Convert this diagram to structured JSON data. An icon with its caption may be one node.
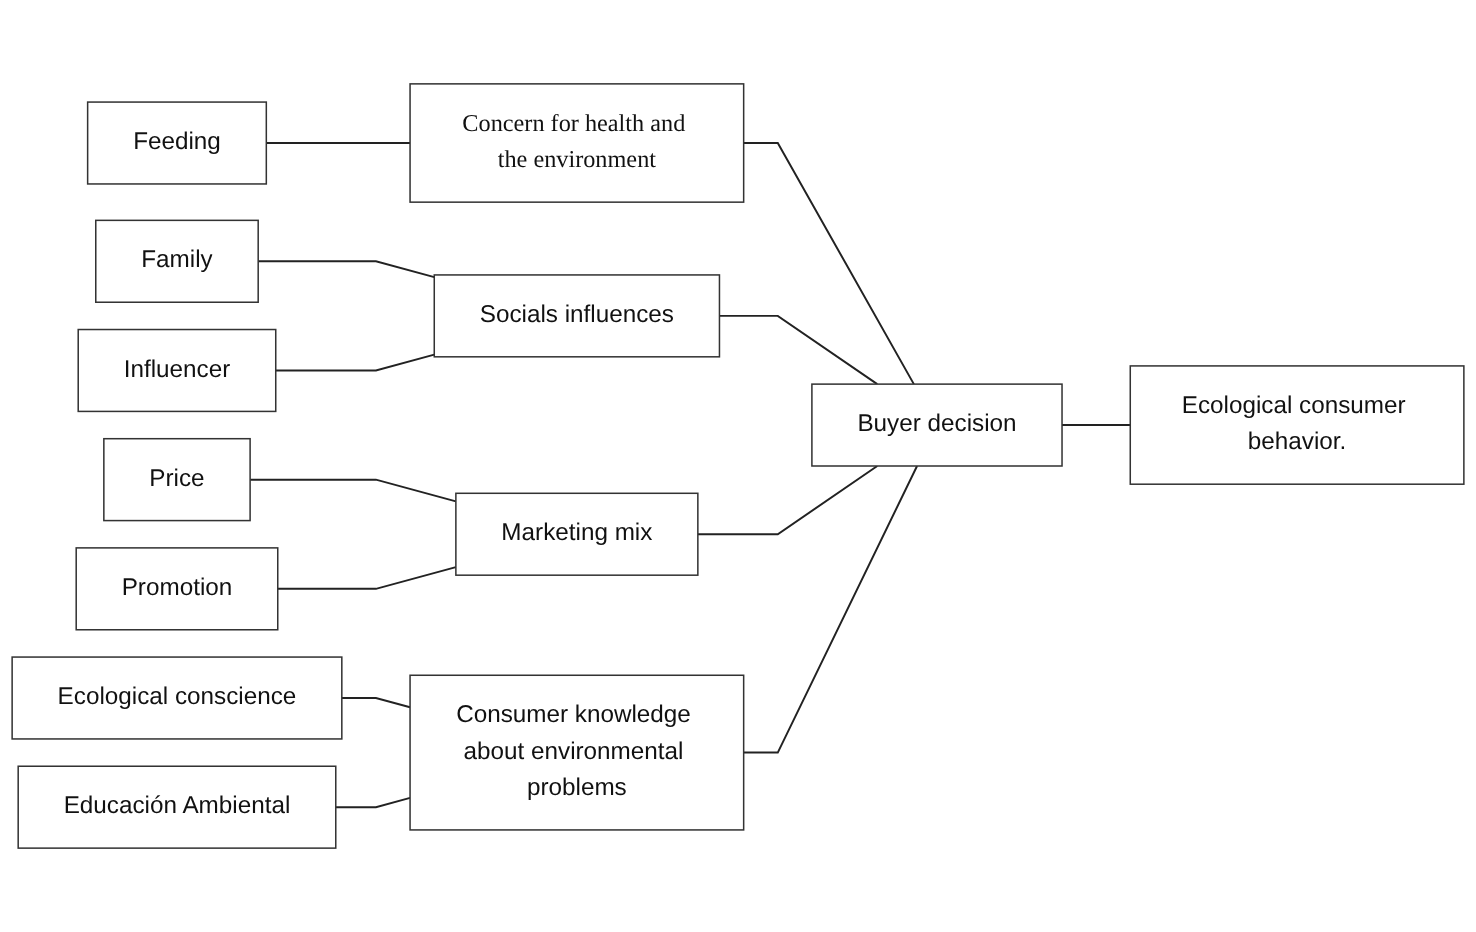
{
  "diagram": {
    "nodes": [
      {
        "text": [
          "Feeding"
        ]
      },
      {
        "text": [
          "Concern for health and the environment"
        ]
      },
      {
        "text": [
          "Family"
        ]
      },
      {
        "text": [
          "Socials influences"
        ]
      },
      {
        "text": [
          "Influencer"
        ]
      },
      {
        "text": [
          "Price"
        ]
      },
      {
        "text": [
          "Marketing mix"
        ]
      },
      {
        "text": [
          "Promotion"
        ]
      },
      {
        "text": [
          "Ecological conscience"
        ]
      },
      {
        "text": [
          "Consumer knowledge about environmental problems"
        ]
      },
      {
        "text": [
          "Educación Ambiental"
        ]
      },
      {
        "text": [
          "Buyer decision"
        ]
      },
      {
        "text": [
          "Ecological consumer behavior."
        ]
      }
    ],
    "edges": [
      {
        "from": 0,
        "to": 1,
        "arrow": "none"
      },
      {
        "from": 2,
        "to": 3,
        "arrow": "none"
      },
      {
        "from": 4,
        "to": 3,
        "arrow": "none"
      },
      {
        "from": 5,
        "to": 6,
        "arrow": "none"
      },
      {
        "from": 7,
        "to": 6,
        "arrow": "none"
      },
      {
        "from": 8,
        "to": 9,
        "arrow": "none"
      },
      {
        "from": 10,
        "to": 9,
        "arrow": "none"
      },
      {
        "from": 1,
        "to": 11,
        "arrow": "none"
      },
      {
        "from": 3,
        "to": 11,
        "arrow": "none"
      },
      {
        "from": 6,
        "to": 11,
        "arrow": "none"
      },
      {
        "from": 9,
        "to": 11,
        "arrow": "none"
      },
      {
        "from": 11,
        "to": 12,
        "arrow": "none"
      }
    ]
  }
}
